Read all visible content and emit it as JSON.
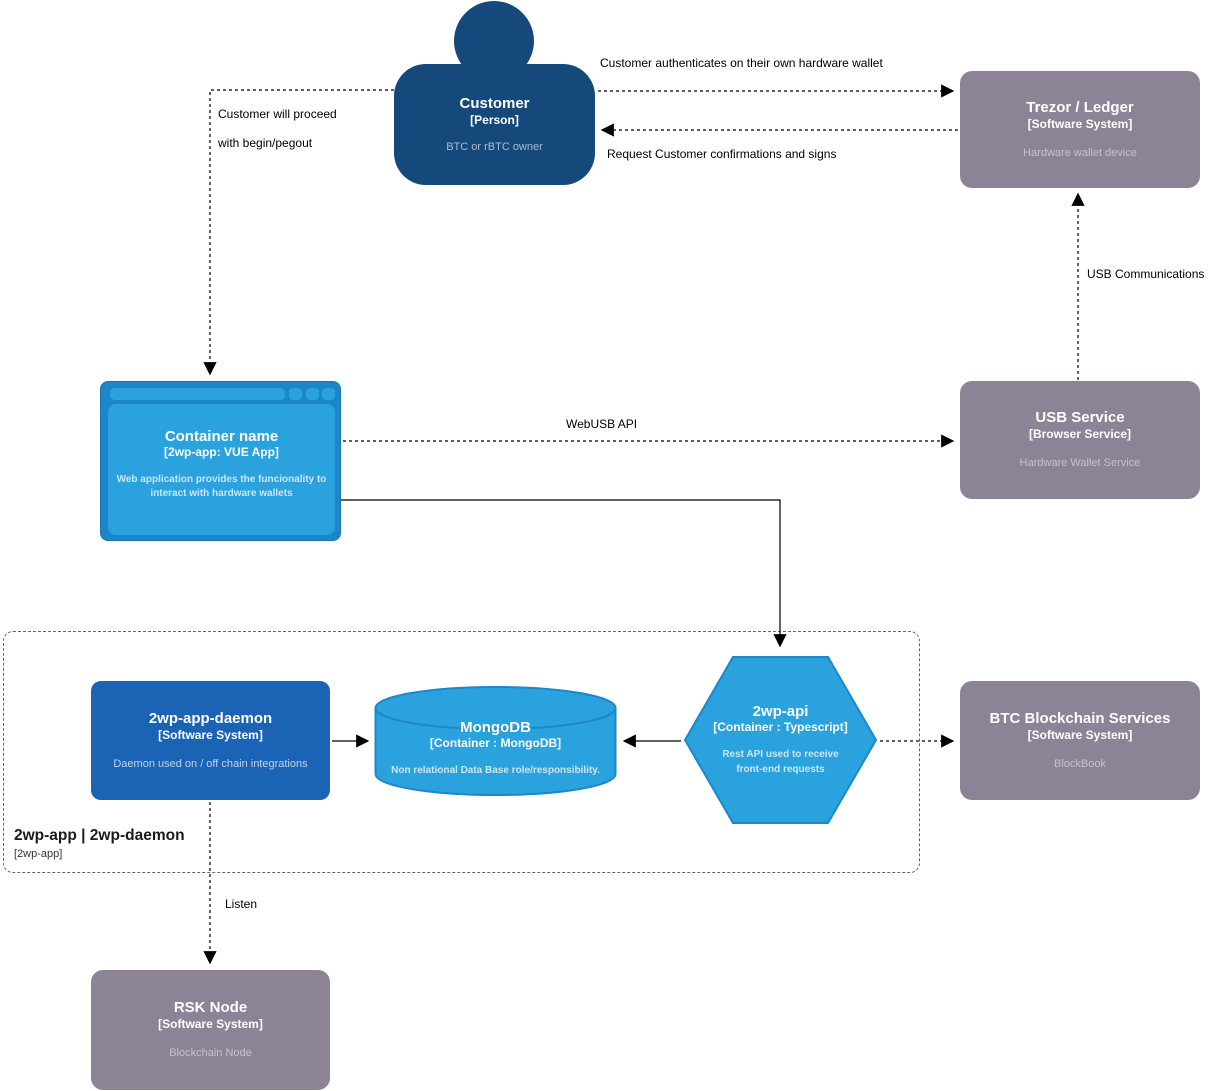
{
  "diagram": {
    "boundary": {
      "title": "2wp-app | 2wp-daemon",
      "subtitle": "[2wp-app]"
    },
    "nodes": {
      "customer": {
        "title": "Customer",
        "type": "[Person]",
        "desc": "BTC or rBTC owner"
      },
      "trezor_ledger": {
        "title": "Trezor / Ledger",
        "type": "[Software System]",
        "desc": "Hardware wallet device"
      },
      "container": {
        "title": "Container name",
        "type": "[2wp-app: VUE App]",
        "desc": "Web application provides the funcionality to interact with hardware wallets"
      },
      "usb_service": {
        "title": "USB Service",
        "type": "[Browser Service]",
        "desc": "Hardware Wallet Service"
      },
      "daemon": {
        "title": "2wp-app-daemon",
        "type": "[Software System]",
        "desc": "Daemon used on / off chain integrations"
      },
      "mongodb": {
        "title": "MongoDB",
        "type": "[Container : MongoDB]",
        "desc": "Non relational Data Base role/responsibility."
      },
      "api": {
        "title": "2wp-api",
        "type": "[Container : Typescript]",
        "desc": "Rest API used to receive front-end requests"
      },
      "btc": {
        "title": "BTC Blockchain Services",
        "type": "[Software System]",
        "desc": "BlockBook"
      },
      "rsk": {
        "title": "RSK Node",
        "type": "[Software System]",
        "desc": "Blockchain Node"
      }
    },
    "edge_labels": {
      "authenticate": "Customer authenticates on their own hardware wallet",
      "request_sign": "Request Customer confirmations and signs",
      "proceed_line1": "Customer will proceed",
      "proceed_line2": "with begin/pegout",
      "usb_communications": "USB Communications",
      "webusb_api": "WebUSB API",
      "listen": "Listen"
    },
    "colors": {
      "person_navy": "#15497C",
      "external_gray": "#8C8496",
      "container_blue": "#29A2DE",
      "browser_frame_blue": "#1D86C8",
      "daemon_blue": "#1A63B5",
      "shape_stroke_blue": "#1D87C9",
      "edge_black": "#000000"
    }
  }
}
